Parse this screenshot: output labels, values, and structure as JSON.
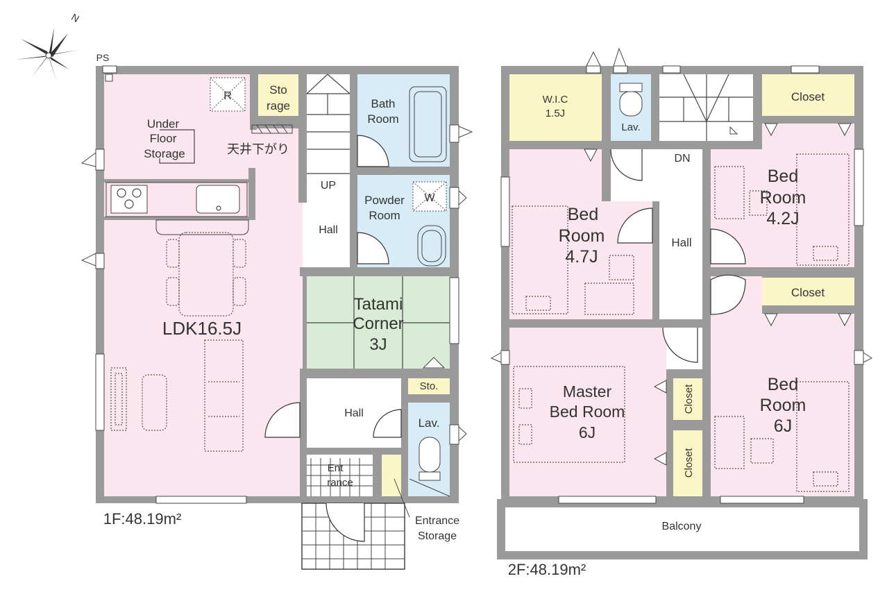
{
  "floor1": {
    "area_label": "1F:48.19m²",
    "rooms": {
      "ps": "PS",
      "under_floor_storage": [
        "Under",
        "Floor",
        "Storage"
      ],
      "storage": [
        "Sto",
        "rage"
      ],
      "ceiling_lowered": "天井下がり",
      "up": "UP",
      "hall_upper": "Hall",
      "bath_room": [
        "Bath",
        "Room"
      ],
      "powder_room": [
        "Powder",
        "Room"
      ],
      "washer": "W",
      "refrigerator": "R",
      "ldk": "LDK16.5J",
      "tatami_corner": [
        "Tatami",
        "Corner",
        "3J"
      ],
      "sto_small": "Sto.",
      "hall_lower": "Hall",
      "lav": "Lav.",
      "entrance": [
        "Ent",
        "rance"
      ],
      "entrance_storage": [
        "Entrance",
        "Storage"
      ]
    }
  },
  "floor2": {
    "area_label": "2F:48.19m²",
    "rooms": {
      "wic": [
        "W.I.C",
        "1.5J"
      ],
      "lav": "Lav.",
      "dn": "DN",
      "closet_top": "Closet",
      "bed_room_47": [
        "Bed",
        "Room",
        "4.7J"
      ],
      "hall": "Hall",
      "bed_room_42": [
        "Bed",
        "Room",
        "4.2J"
      ],
      "closet_mid": "Closet",
      "master_bed_room": [
        "Master",
        "Bed Room",
        "6J"
      ],
      "closet_v1": "Closet",
      "closet_v2": "Closet",
      "bed_room_6": [
        "Bed",
        "Room",
        "6J"
      ],
      "balcony": "Balcony"
    }
  },
  "compass": {
    "north": "N"
  },
  "colors": {
    "wall": "#9a9a9a",
    "pink": "#fbe6ef",
    "blue": "#d7ecf7",
    "yellow": "#fbf6c8",
    "green": "#d9ecd6"
  }
}
